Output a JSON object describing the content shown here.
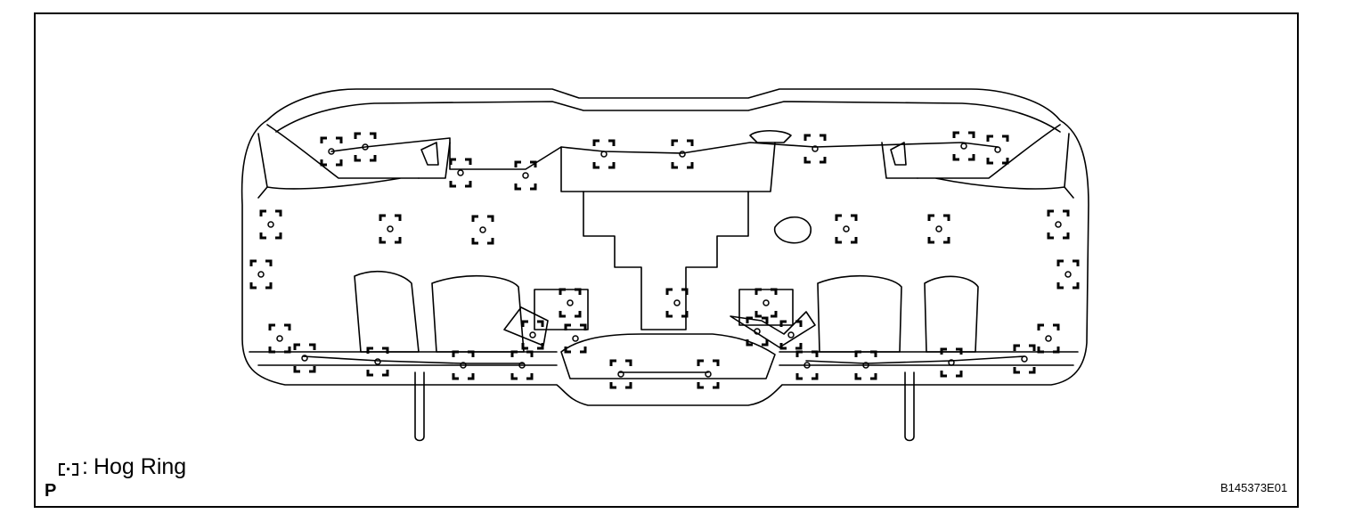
{
  "legend": {
    "separator": ":",
    "label": "Hog Ring",
    "icon": "hog-ring-symbol-icon"
  },
  "page_marker": "P",
  "drawing_code": "B145373E01",
  "symbols": {
    "hog_ring_count": 36
  }
}
